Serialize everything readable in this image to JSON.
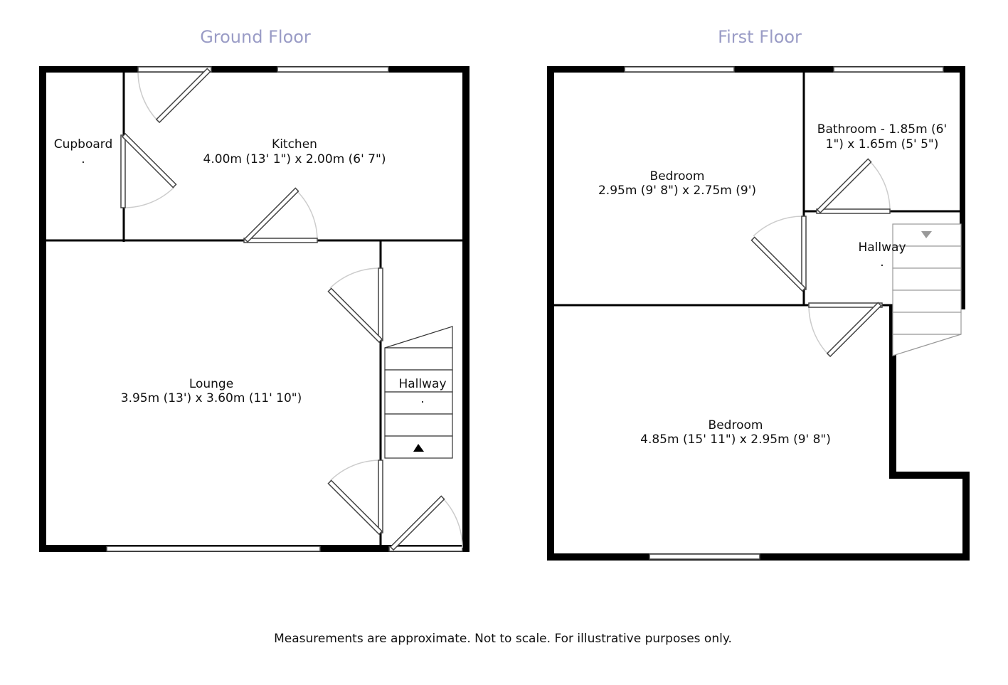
{
  "floors": [
    {
      "title": "Ground Floor",
      "rooms": [
        {
          "name": "Cupboard",
          "dims": "."
        },
        {
          "name": "Kitchen",
          "dims": "4.00m (13' 1\") x 2.00m (6' 7\")"
        },
        {
          "name": "Lounge",
          "dims": "3.95m (13') x 3.60m (11' 10\")"
        },
        {
          "name": "Hallway",
          "dims": "."
        }
      ]
    },
    {
      "title": "First Floor",
      "rooms": [
        {
          "name": "Bedroom",
          "dims": "2.95m (9' 8\") x 2.75m (9')"
        },
        {
          "name": "Bathroom - 1.85m (6'",
          "dims": "1\") x 1.65m (5' 5\")"
        },
        {
          "name": "Hallway",
          "dims": "."
        },
        {
          "name": "Bedroom",
          "dims": "4.85m (15' 11\") x 2.95m (9' 8\")"
        }
      ]
    }
  ],
  "disclaimer": "Measurements are approximate. Not to scale. For illustrative purposes only.",
  "colors": {
    "title": "#9a9cc6",
    "wall": "#000000",
    "swing": "#cccccc"
  }
}
